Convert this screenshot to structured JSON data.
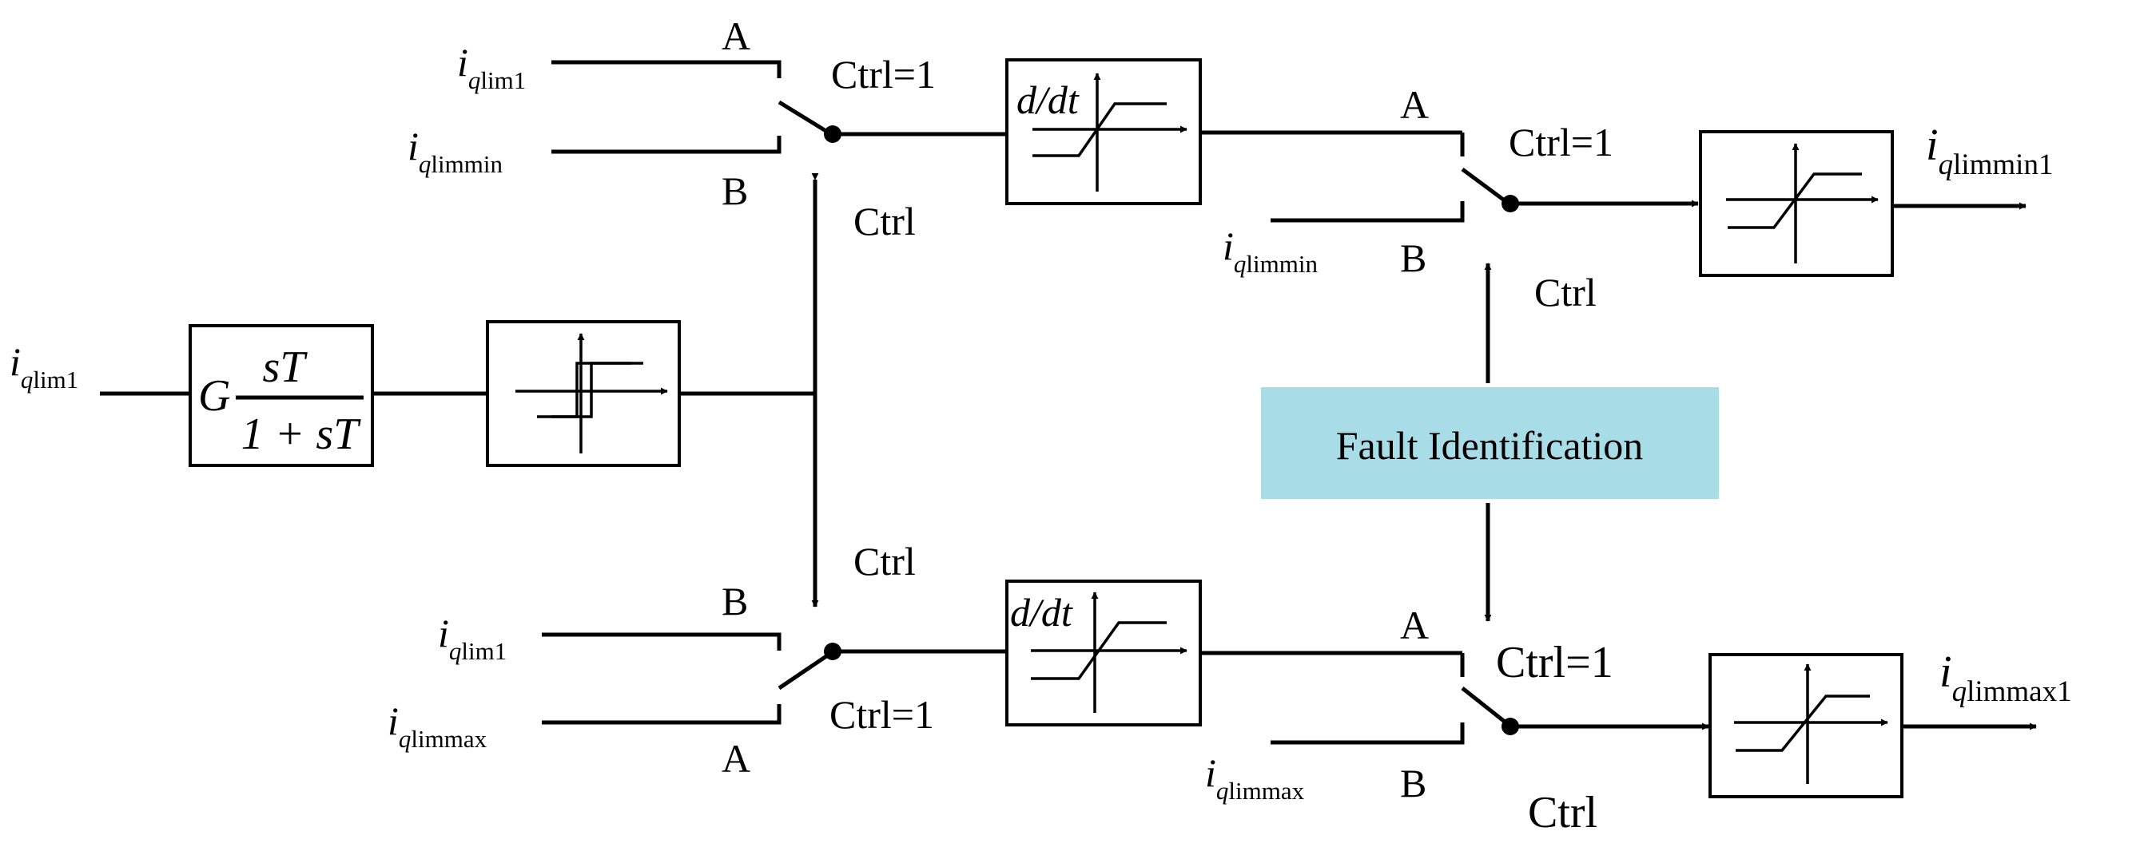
{
  "diagram": {
    "fault_box": {
      "label": "Fault Identification",
      "color": "#a8dde8"
    },
    "inputs": {
      "main_input": {
        "base": "i",
        "sub_q": "q",
        "sub_rest": "lim1"
      },
      "upper_switch_a": {
        "base": "i",
        "sub_q": "q",
        "sub_rest": "lim1"
      },
      "upper_switch_b": {
        "base": "i",
        "sub_q": "q",
        "sub_rest": "limmin"
      },
      "right_upper_b": {
        "base": "i",
        "sub_q": "q",
        "sub_rest": "limmin"
      },
      "lower_switch_b": {
        "base": "i",
        "sub_q": "q",
        "sub_rest": "lim1"
      },
      "lower_switch_a": {
        "base": "i",
        "sub_q": "q",
        "sub_rest": "limmax"
      },
      "right_lower_b": {
        "base": "i",
        "sub_q": "q",
        "sub_rest": "limmax"
      }
    },
    "outputs": {
      "upper": {
        "base": "i",
        "sub_q": "q",
        "sub_rest": "limmin1"
      },
      "lower": {
        "base": "i",
        "sub_q": "q",
        "sub_rest": "limmax1"
      }
    },
    "transfer_function": {
      "gain": "G",
      "numerator": "sT",
      "denominator": "1 + sT"
    },
    "derivative_label": "d/dt",
    "switch_labels": {
      "upper_left": {
        "top": "A",
        "bottom": "B",
        "condition": "Ctrl=1"
      },
      "lower_left": {
        "top": "B",
        "bottom": "A",
        "condition": "Ctrl=1"
      },
      "upper_right": {
        "top": "A",
        "bottom": "B",
        "condition": "Ctrl=1"
      },
      "lower_right": {
        "top": "A",
        "bottom": "B",
        "condition": "Ctrl=1"
      }
    },
    "ctrl_labels": {
      "upper_left": "Ctrl",
      "lower_left": "Ctrl",
      "upper_right": "Ctrl",
      "lower_right": "Ctrl"
    }
  }
}
